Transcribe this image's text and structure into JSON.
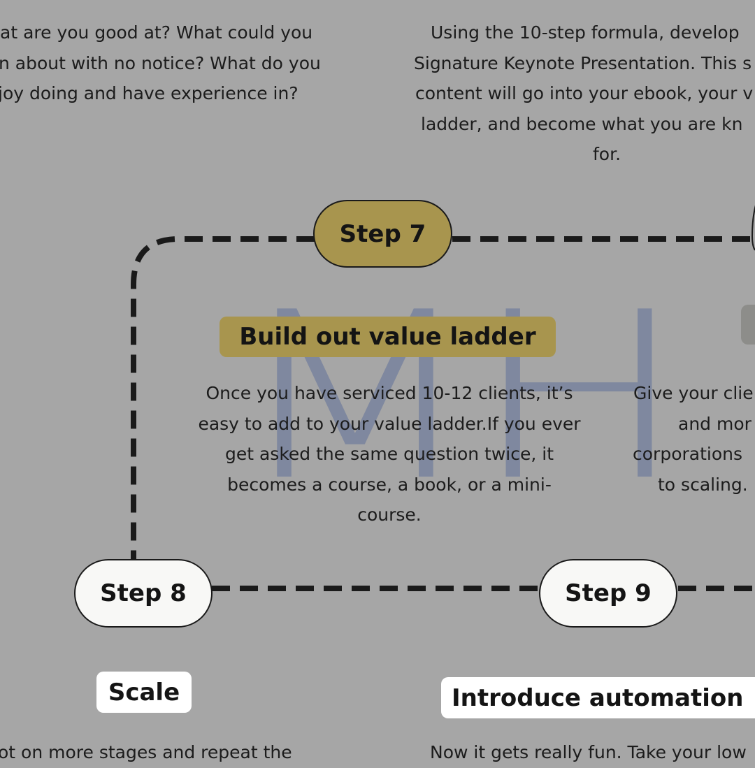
{
  "top_left_text": {
    "lines": [
      "at are you good at? What could you",
      "n about with no notice? What do you",
      "joy doing and have experience in?"
    ]
  },
  "top_right_text": {
    "lines": [
      "Using the 10-step formula, develop",
      "Signature Keynote Presentation. This s",
      "content will go into your ebook, your v",
      "ladder, and become what you are kn",
      "for."
    ]
  },
  "watermark": {
    "text": "MH"
  },
  "steps": {
    "step7": {
      "label": "Step 7",
      "title": "Build out value ladder"
    },
    "step8": {
      "label": "Step 8",
      "title": "Scale"
    },
    "step9": {
      "label": "Step 9",
      "title": "Introduce automation"
    }
  },
  "step7_text": {
    "lines": [
      "Once you have serviced 10-12 clients, it’s",
      "easy to add to your value ladder.If you ever",
      "get asked the same question twice, it",
      "becomes a course, a book, or a mini-",
      "course."
    ]
  },
  "right_partial_text": {
    "lines": [
      "Give your clie",
      "and mor",
      "corporations",
      "to scaling."
    ]
  },
  "bottom_left_text": {
    "line": "ot on more stages and repeat the"
  },
  "bottom_right_text": {
    "line": "Now it gets really fun. Take your low"
  },
  "colors": {
    "background": "#a6a6a6",
    "accent_gold": "#a8954e",
    "pill_white": "#f8f8f6",
    "connector": "#1a1a1a",
    "watermark": "#50649a"
  }
}
